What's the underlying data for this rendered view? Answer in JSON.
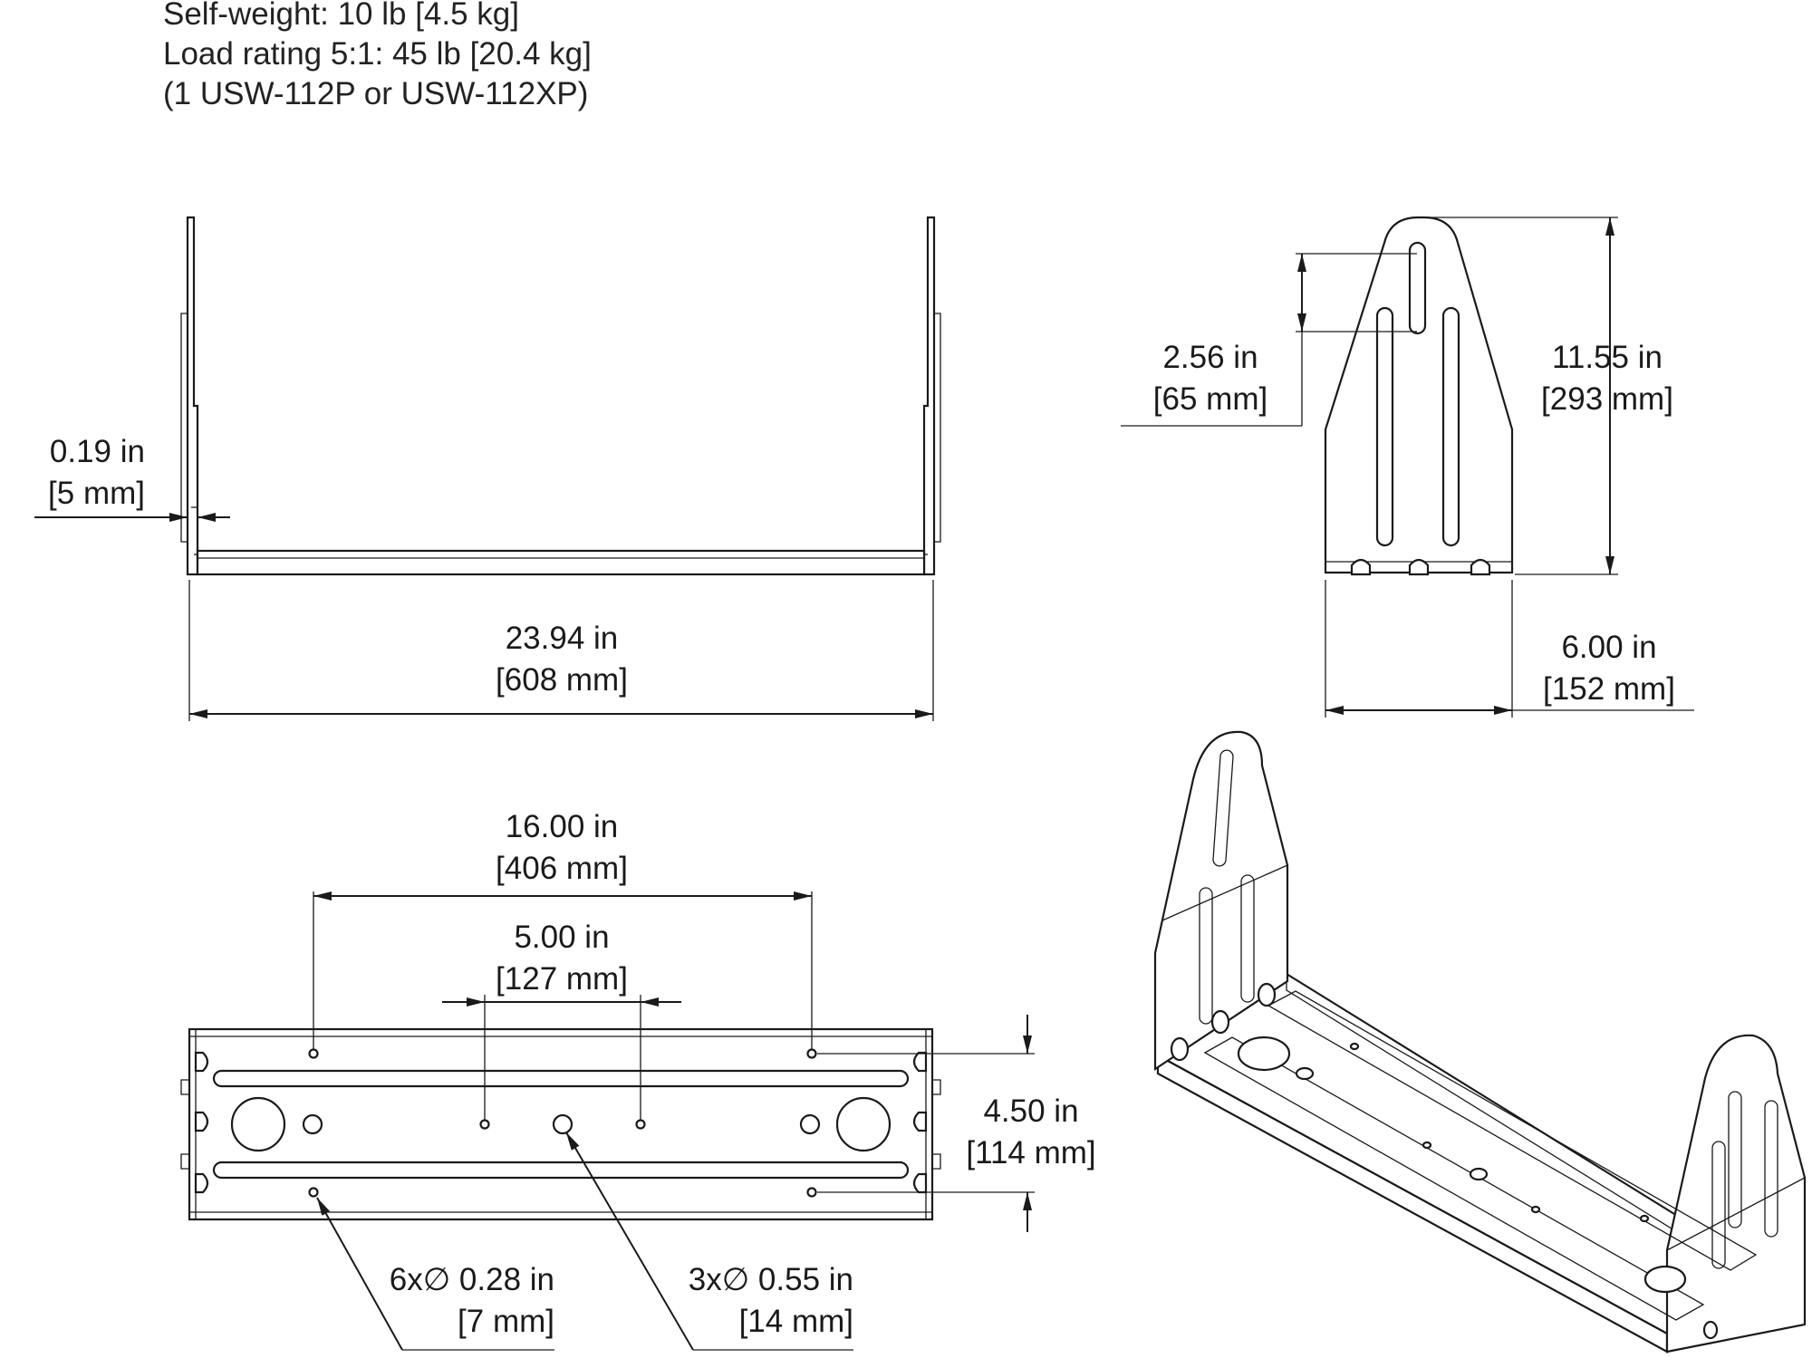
{
  "specs": {
    "self_weight": "Self-weight: 10 lb [4.5 kg]",
    "load_rating": "Load rating 5:1: 45 lb [20.4 kg]",
    "load_note": "(1 USW-112P or USW-112XP)"
  },
  "dimensions": {
    "thickness": {
      "imperial": "0.19 in",
      "metric": "[5 mm]"
    },
    "overall_width": {
      "imperial": "23.94 in",
      "metric": "[608 mm]"
    },
    "slot_length": {
      "imperial": "2.56 in",
      "metric": "[65 mm]"
    },
    "overall_height": {
      "imperial": "11.55 in",
      "metric": "[293 mm]"
    },
    "depth": {
      "imperial": "6.00 in",
      "metric": "[152 mm]"
    },
    "outer_hole_spacing": {
      "imperial": "16.00 in",
      "metric": "[406 mm]"
    },
    "inner_hole_spacing": {
      "imperial": "5.00 in",
      "metric": "[127 mm]"
    },
    "row_spacing": {
      "imperial": "4.50 in",
      "metric": "[114 mm]"
    },
    "small_holes": {
      "imperial": "6x∅ 0.28 in",
      "metric": "[7 mm]"
    },
    "large_holes": {
      "imperial": "3x∅ 0.55 in",
      "metric": "[14 mm]"
    }
  }
}
